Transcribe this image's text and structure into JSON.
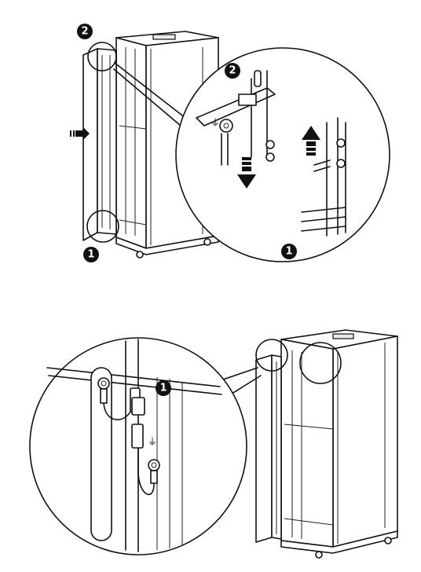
{
  "figure_top": {
    "callouts": [
      {
        "id": "door-pin",
        "label": "2"
      },
      {
        "id": "bottom-pin",
        "label": "1"
      },
      {
        "id": "detail-pin",
        "label": "2"
      },
      {
        "id": "detail-bottom",
        "label": "1"
      }
    ]
  },
  "figure_bottom": {
    "callouts": [
      {
        "id": "ground-wire",
        "label": "1"
      }
    ],
    "ground_symbol": "⏚"
  },
  "colors": {
    "line": "#111111",
    "background": "#ffffff"
  }
}
